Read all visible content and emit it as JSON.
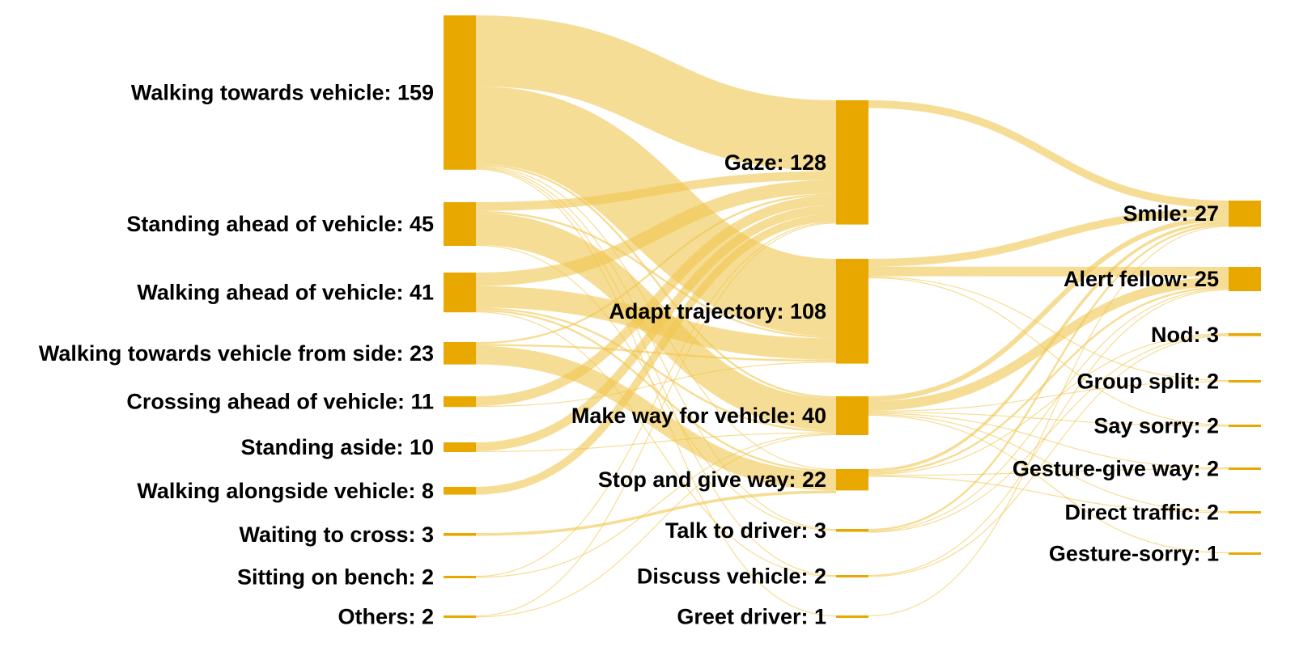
{
  "colors": {
    "node": "#E8A800",
    "link": "#F0C74E",
    "background": "#FFFFFF"
  },
  "nodes": [
    {
      "id": "walking_towards",
      "label": "Walking towards vehicle: 159",
      "value": 159
    },
    {
      "id": "standing_ahead",
      "label": "Standing ahead of vehicle: 45",
      "value": 45
    },
    {
      "id": "walking_ahead",
      "label": "Walking ahead of vehicle: 41",
      "value": 41
    },
    {
      "id": "walking_side",
      "label": "Walking towards vehicle from side: 23",
      "value": 23
    },
    {
      "id": "crossing_ahead",
      "label": "Crossing ahead of vehicle: 11",
      "value": 11
    },
    {
      "id": "standing_aside",
      "label": "Standing aside: 10",
      "value": 10
    },
    {
      "id": "walking_alongside",
      "label": "Walking alongside vehicle: 8",
      "value": 8
    },
    {
      "id": "waiting_cross",
      "label": "Waiting to cross: 3",
      "value": 3
    },
    {
      "id": "sitting_bench",
      "label": "Sitting on bench: 2",
      "value": 2
    },
    {
      "id": "others",
      "label": "Others: 2",
      "value": 2
    },
    {
      "id": "gaze",
      "label": "Gaze: 128",
      "value": 128
    },
    {
      "id": "adapt",
      "label": "Adapt trajectory: 108",
      "value": 108
    },
    {
      "id": "makeway",
      "label": "Make way for vehicle: 40",
      "value": 40
    },
    {
      "id": "stopgive",
      "label": "Stop and give way: 22",
      "value": 22
    },
    {
      "id": "talk",
      "label": "Talk to driver: 3",
      "value": 3
    },
    {
      "id": "discuss",
      "label": "Discuss vehicle: 2",
      "value": 2
    },
    {
      "id": "greet",
      "label": "Greet driver: 1",
      "value": 1
    },
    {
      "id": "smile",
      "label": "Smile: 27",
      "value": 27
    },
    {
      "id": "alert",
      "label": "Alert fellow: 25",
      "value": 25
    },
    {
      "id": "nod",
      "label": "Nod: 3",
      "value": 3
    },
    {
      "id": "groupsplit",
      "label": "Group split: 2",
      "value": 2
    },
    {
      "id": "saysorry",
      "label": "Say sorry: 2",
      "value": 2
    },
    {
      "id": "gesturegive",
      "label": "Gesture-give way: 2",
      "value": 2
    },
    {
      "id": "direct",
      "label": "Direct traffic: 2",
      "value": 2
    },
    {
      "id": "gesturesorry",
      "label": "Gesture-sorry: 1",
      "value": 1
    }
  ],
  "links": [
    {
      "source": "walking_towards",
      "target": "gaze",
      "value": 73
    },
    {
      "source": "walking_towards",
      "target": "adapt",
      "value": 80
    },
    {
      "source": "walking_towards",
      "target": "makeway",
      "value": 2
    },
    {
      "source": "walking_towards",
      "target": "stopgive",
      "value": 1
    },
    {
      "source": "walking_towards",
      "target": "talk",
      "value": 1
    },
    {
      "source": "walking_towards",
      "target": "discuss",
      "value": 1
    },
    {
      "source": "walking_towards",
      "target": "greet",
      "value": 1
    },
    {
      "source": "standing_ahead",
      "target": "gaze",
      "value": 9
    },
    {
      "source": "standing_ahead",
      "target": "adapt",
      "value": 2
    },
    {
      "source": "standing_ahead",
      "target": "makeway",
      "value": 33
    },
    {
      "source": "standing_ahead",
      "target": "talk",
      "value": 1
    },
    {
      "source": "walking_ahead",
      "target": "gaze",
      "value": 14
    },
    {
      "source": "walking_ahead",
      "target": "adapt",
      "value": 22
    },
    {
      "source": "walking_ahead",
      "target": "makeway",
      "value": 2
    },
    {
      "source": "walking_ahead",
      "target": "stopgive",
      "value": 2
    },
    {
      "source": "walking_ahead",
      "target": "discuss",
      "value": 1
    },
    {
      "source": "walking_side",
      "target": "gaze",
      "value": 2
    },
    {
      "source": "walking_side",
      "target": "adapt",
      "value": 2
    },
    {
      "source": "walking_side",
      "target": "stopgive",
      "value": 19
    },
    {
      "source": "crossing_ahead",
      "target": "gaze",
      "value": 10
    },
    {
      "source": "crossing_ahead",
      "target": "adapt",
      "value": 1
    },
    {
      "source": "standing_aside",
      "target": "gaze",
      "value": 9
    },
    {
      "source": "standing_aside",
      "target": "makeway",
      "value": 1
    },
    {
      "source": "walking_alongside",
      "target": "gaze",
      "value": 8
    },
    {
      "source": "waiting_cross",
      "target": "stopgive",
      "value": 3
    },
    {
      "source": "sitting_bench",
      "target": "gaze",
      "value": 1
    },
    {
      "source": "sitting_bench",
      "target": "makeway",
      "value": 1
    },
    {
      "source": "others",
      "target": "gaze",
      "value": 1
    },
    {
      "source": "others",
      "target": "makeway",
      "value": 1
    },
    {
      "source": "gaze",
      "target": "smile",
      "value": 8
    },
    {
      "source": "adapt",
      "target": "smile",
      "value": 8
    },
    {
      "source": "adapt",
      "target": "alert",
      "value": 10
    },
    {
      "source": "adapt",
      "target": "groupsplit",
      "value": 1
    },
    {
      "source": "adapt",
      "target": "saysorry",
      "value": 1
    },
    {
      "source": "makeway",
      "target": "smile",
      "value": 5
    },
    {
      "source": "makeway",
      "target": "alert",
      "value": 10
    },
    {
      "source": "makeway",
      "target": "groupsplit",
      "value": 1
    },
    {
      "source": "makeway",
      "target": "saysorry",
      "value": 1
    },
    {
      "source": "makeway",
      "target": "gesturegive",
      "value": 1
    },
    {
      "source": "makeway",
      "target": "direct",
      "value": 1
    },
    {
      "source": "makeway",
      "target": "gesturesorry",
      "value": 1
    },
    {
      "source": "stopgive",
      "target": "smile",
      "value": 3
    },
    {
      "source": "stopgive",
      "target": "alert",
      "value": 2
    },
    {
      "source": "stopgive",
      "target": "nod",
      "value": 1
    },
    {
      "source": "stopgive",
      "target": "gesturegive",
      "value": 1
    },
    {
      "source": "stopgive",
      "target": "direct",
      "value": 1
    },
    {
      "source": "talk",
      "target": "smile",
      "value": 2
    },
    {
      "source": "talk",
      "target": "alert",
      "value": 1
    },
    {
      "source": "talk",
      "target": "nod",
      "value": 1
    },
    {
      "source": "discuss",
      "target": "alert",
      "value": 1
    },
    {
      "source": "discuss",
      "target": "nod",
      "value": 1
    },
    {
      "source": "greet",
      "target": "smile",
      "value": 1
    }
  ]
}
